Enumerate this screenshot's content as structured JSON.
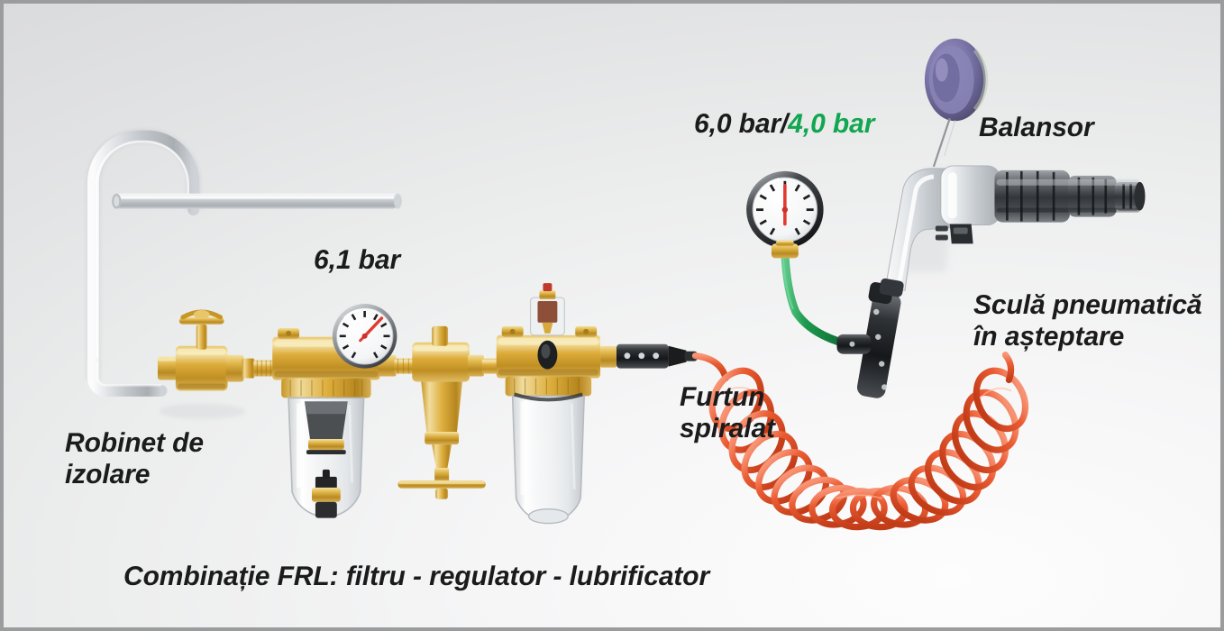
{
  "diagram": {
    "title": "Pneumatic air supply line schematic",
    "background_color": "#e9eaeb",
    "border_color": "#9a9c9e"
  },
  "labels": {
    "pressure_frl": "6,1 bar",
    "pressure_tool_black": "6,0 bar/",
    "pressure_tool_green": "4,0 bar",
    "balancer": "Balansor",
    "tool": "Sculă pneumatică\nîn așteptare",
    "hose": "Furtun\nspiralat",
    "valve": "Robinet de\nizolare",
    "frl": "Combinație FRL: filtru - regulator - lubrificator"
  },
  "colors": {
    "brass": "#d8a93a",
    "brass_light": "#f2d98a",
    "brass_dark": "#a8791d",
    "steel_pipe": "#c3c7cb",
    "hose_red": "#e8522c",
    "hose_green": "#1d9a4e",
    "gauge_needle": "#e23a2e",
    "tool_body": "#d5d8db",
    "tool_nose": "#4a4d50",
    "balancer": "#7b76a8",
    "text": "#1b1b1b",
    "accent_green": "#11a650"
  },
  "components": [
    {
      "name": "isolation-valve",
      "label": "Robinet de izolare"
    },
    {
      "name": "frl-unit",
      "label": "Combinație FRL: filtru - regulator - lubrificator"
    },
    {
      "name": "frl-gauge",
      "reading": "6,1 bar"
    },
    {
      "name": "coiled-hose",
      "label": "Furtun spiralat",
      "color": "#e8522c"
    },
    {
      "name": "tool-gauge",
      "reading": "6,0 bar/4,0 bar"
    },
    {
      "name": "pneumatic-tool",
      "label": "Sculă pneumatică în așteptare"
    },
    {
      "name": "balancer",
      "label": "Balansor"
    }
  ]
}
